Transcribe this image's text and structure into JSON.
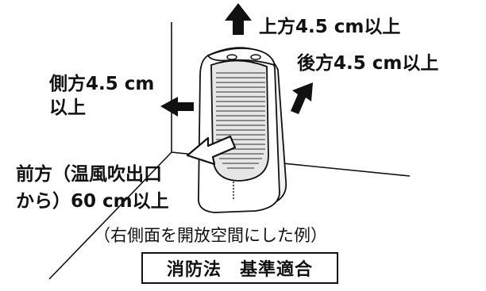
{
  "labels": {
    "top": "上方4.5 cm以上",
    "back": "後方4.5 cm以上",
    "side_line1": "側方4.5 cm",
    "side_line2": "以上",
    "front_line1": "前方（温風吹出口",
    "front_line2": "から）60 cm以上",
    "caption": "（右側面を開放空間にした例）",
    "compliance": "消防法　基準適合"
  },
  "colors": {
    "stroke": "#111111",
    "device_body": "#ffffff",
    "grille_frame": "#e6e6e6",
    "grille_slat": "#8a8a8a"
  }
}
